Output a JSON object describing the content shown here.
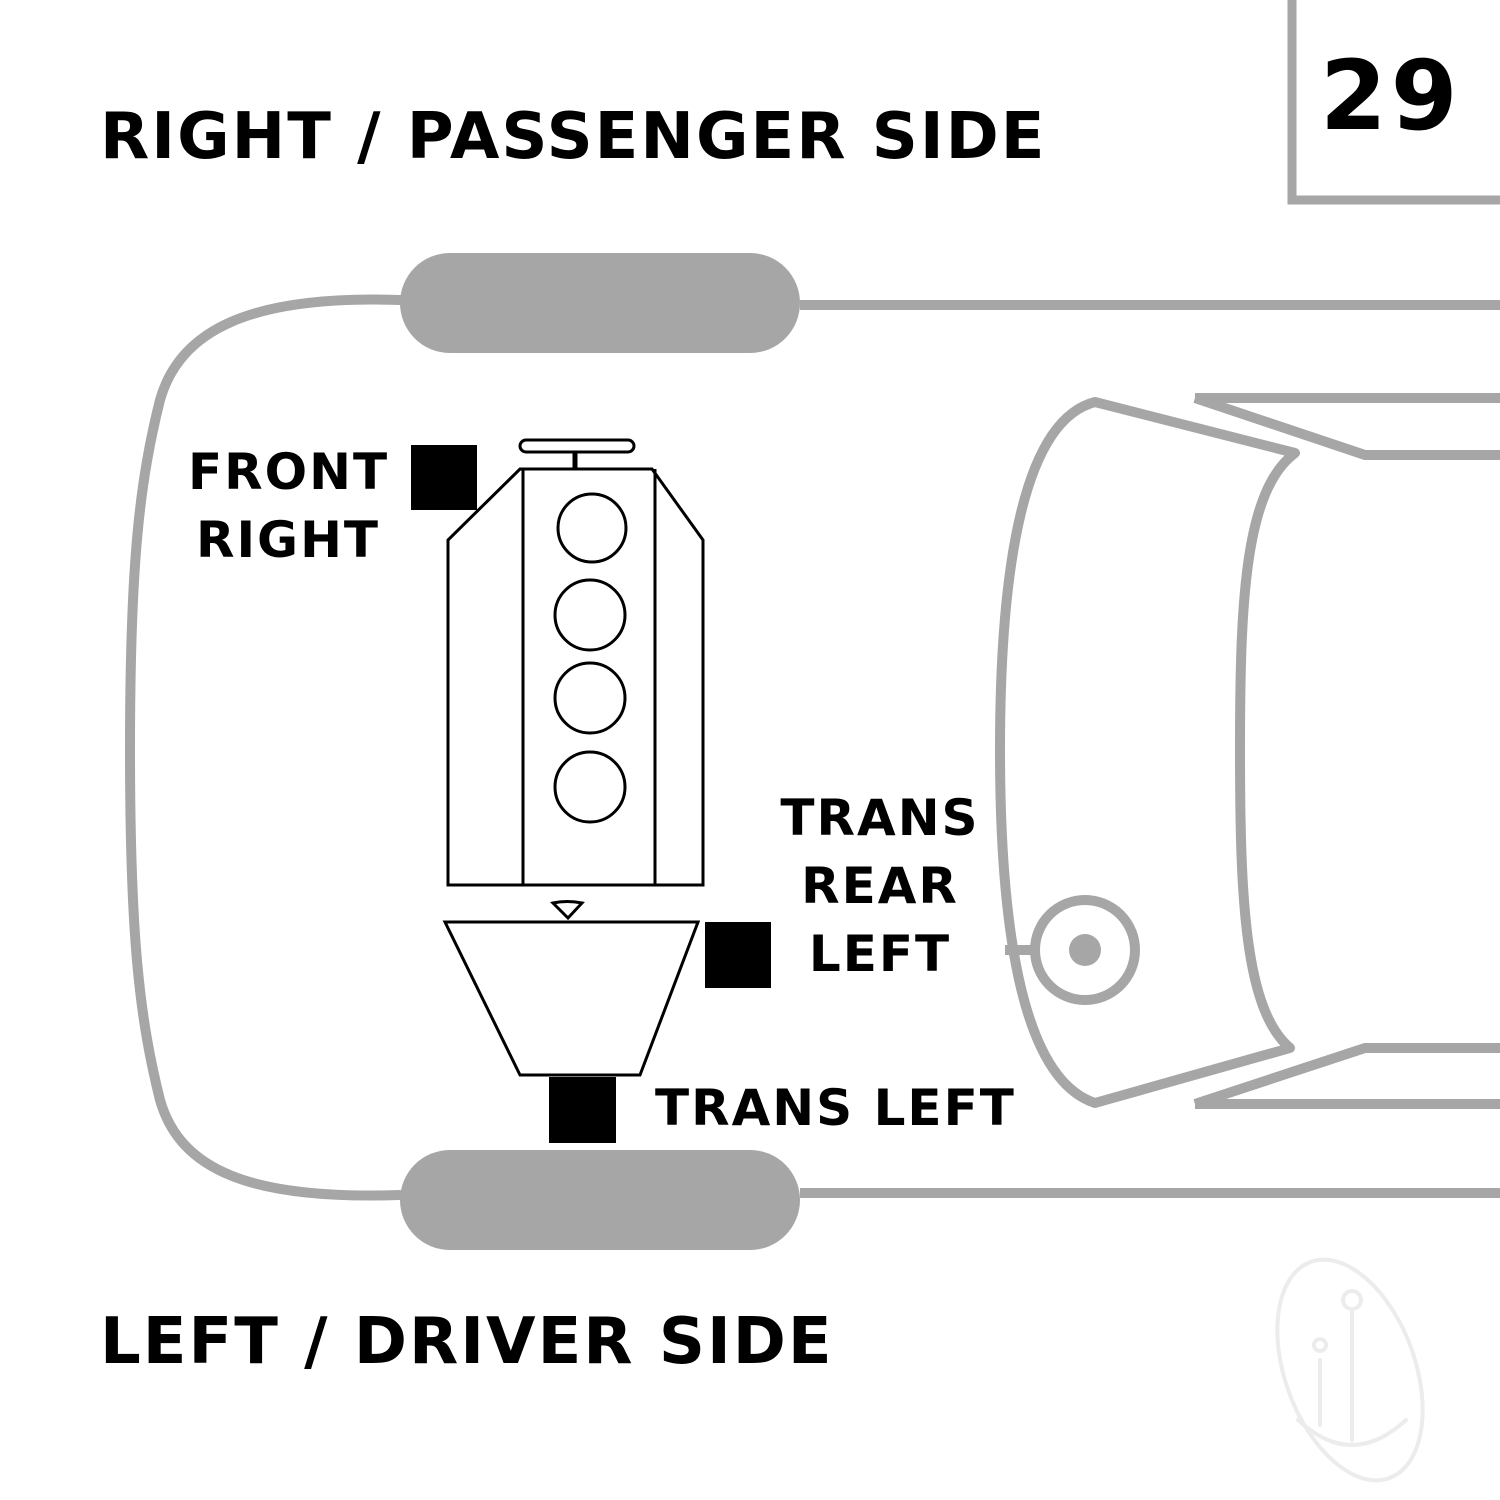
{
  "diagram_number": "29",
  "labels": {
    "top_side": "RIGHT / PASSENGER SIDE",
    "bottom_side": "LEFT / DRIVER SIDE"
  },
  "mounts": [
    {
      "id": "front_right",
      "line1": "FRONT",
      "line2": "RIGHT"
    },
    {
      "id": "trans_rear_left",
      "line1": "TRANS",
      "line2": "REAR",
      "line3": "LEFT"
    },
    {
      "id": "trans_left",
      "line1": "TRANS LEFT"
    }
  ],
  "colors": {
    "outline": "#a6a6a6",
    "tire": "#a6a6a6",
    "engine": "#000000",
    "mount_marker": "#000000",
    "text": "#000000"
  },
  "icons": {
    "watermark": "anchor-logo-icon"
  }
}
